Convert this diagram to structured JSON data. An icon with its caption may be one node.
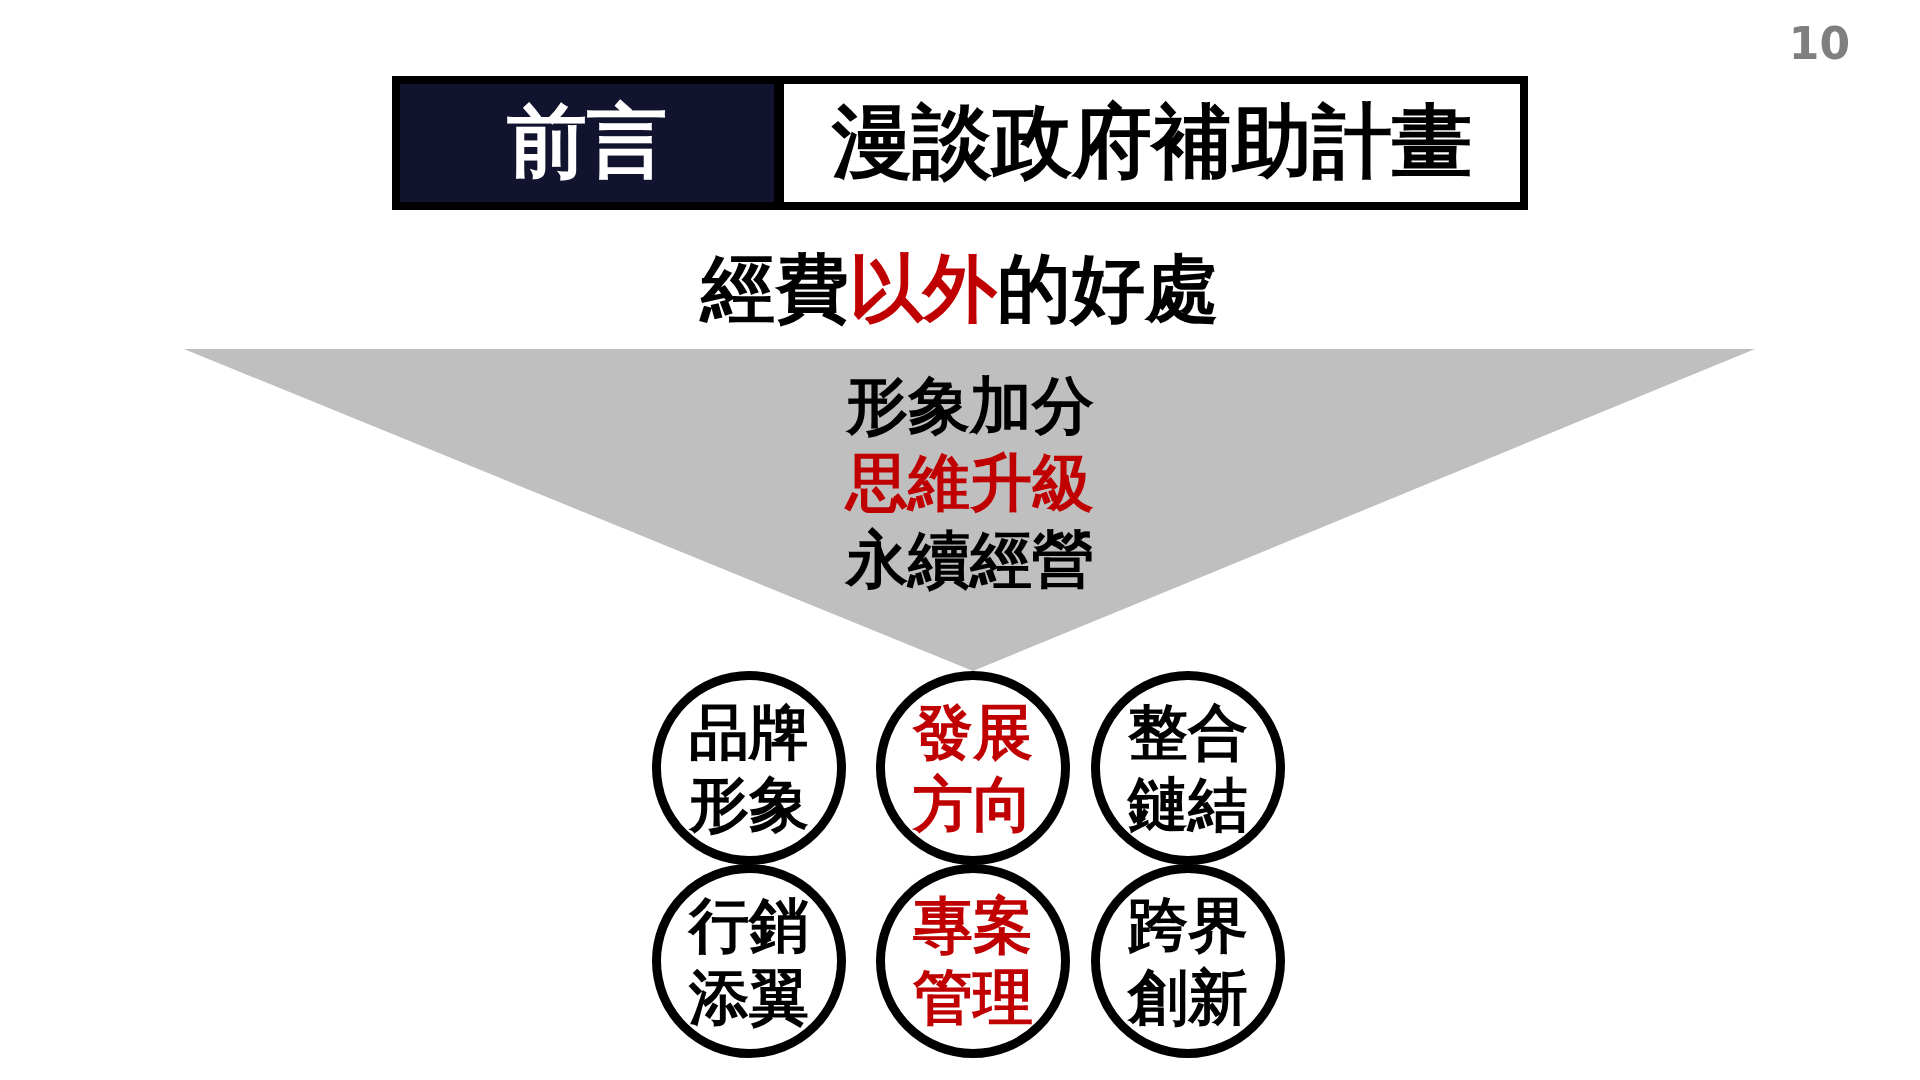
{
  "diagram": {
    "nodes": [
      {
        "text": [
          "前言"
        ]
      },
      {
        "text": [
          "漫談政府補助計畫"
        ]
      },
      {
        "text": [
          "形象加分",
          "思維升級",
          "永續經營"
        ]
      },
      {
        "text": [
          "品牌形象"
        ]
      },
      {
        "text": [
          "發展方向"
        ]
      },
      {
        "text": [
          "整合鏈結"
        ]
      },
      {
        "text": [
          "行銷添翼"
        ]
      },
      {
        "text": [
          "專案管理"
        ]
      },
      {
        "text": [
          "跨界創新"
        ]
      }
    ],
    "labels": [
      "10",
      "經費",
      "以外",
      "的好處"
    ]
  }
}
